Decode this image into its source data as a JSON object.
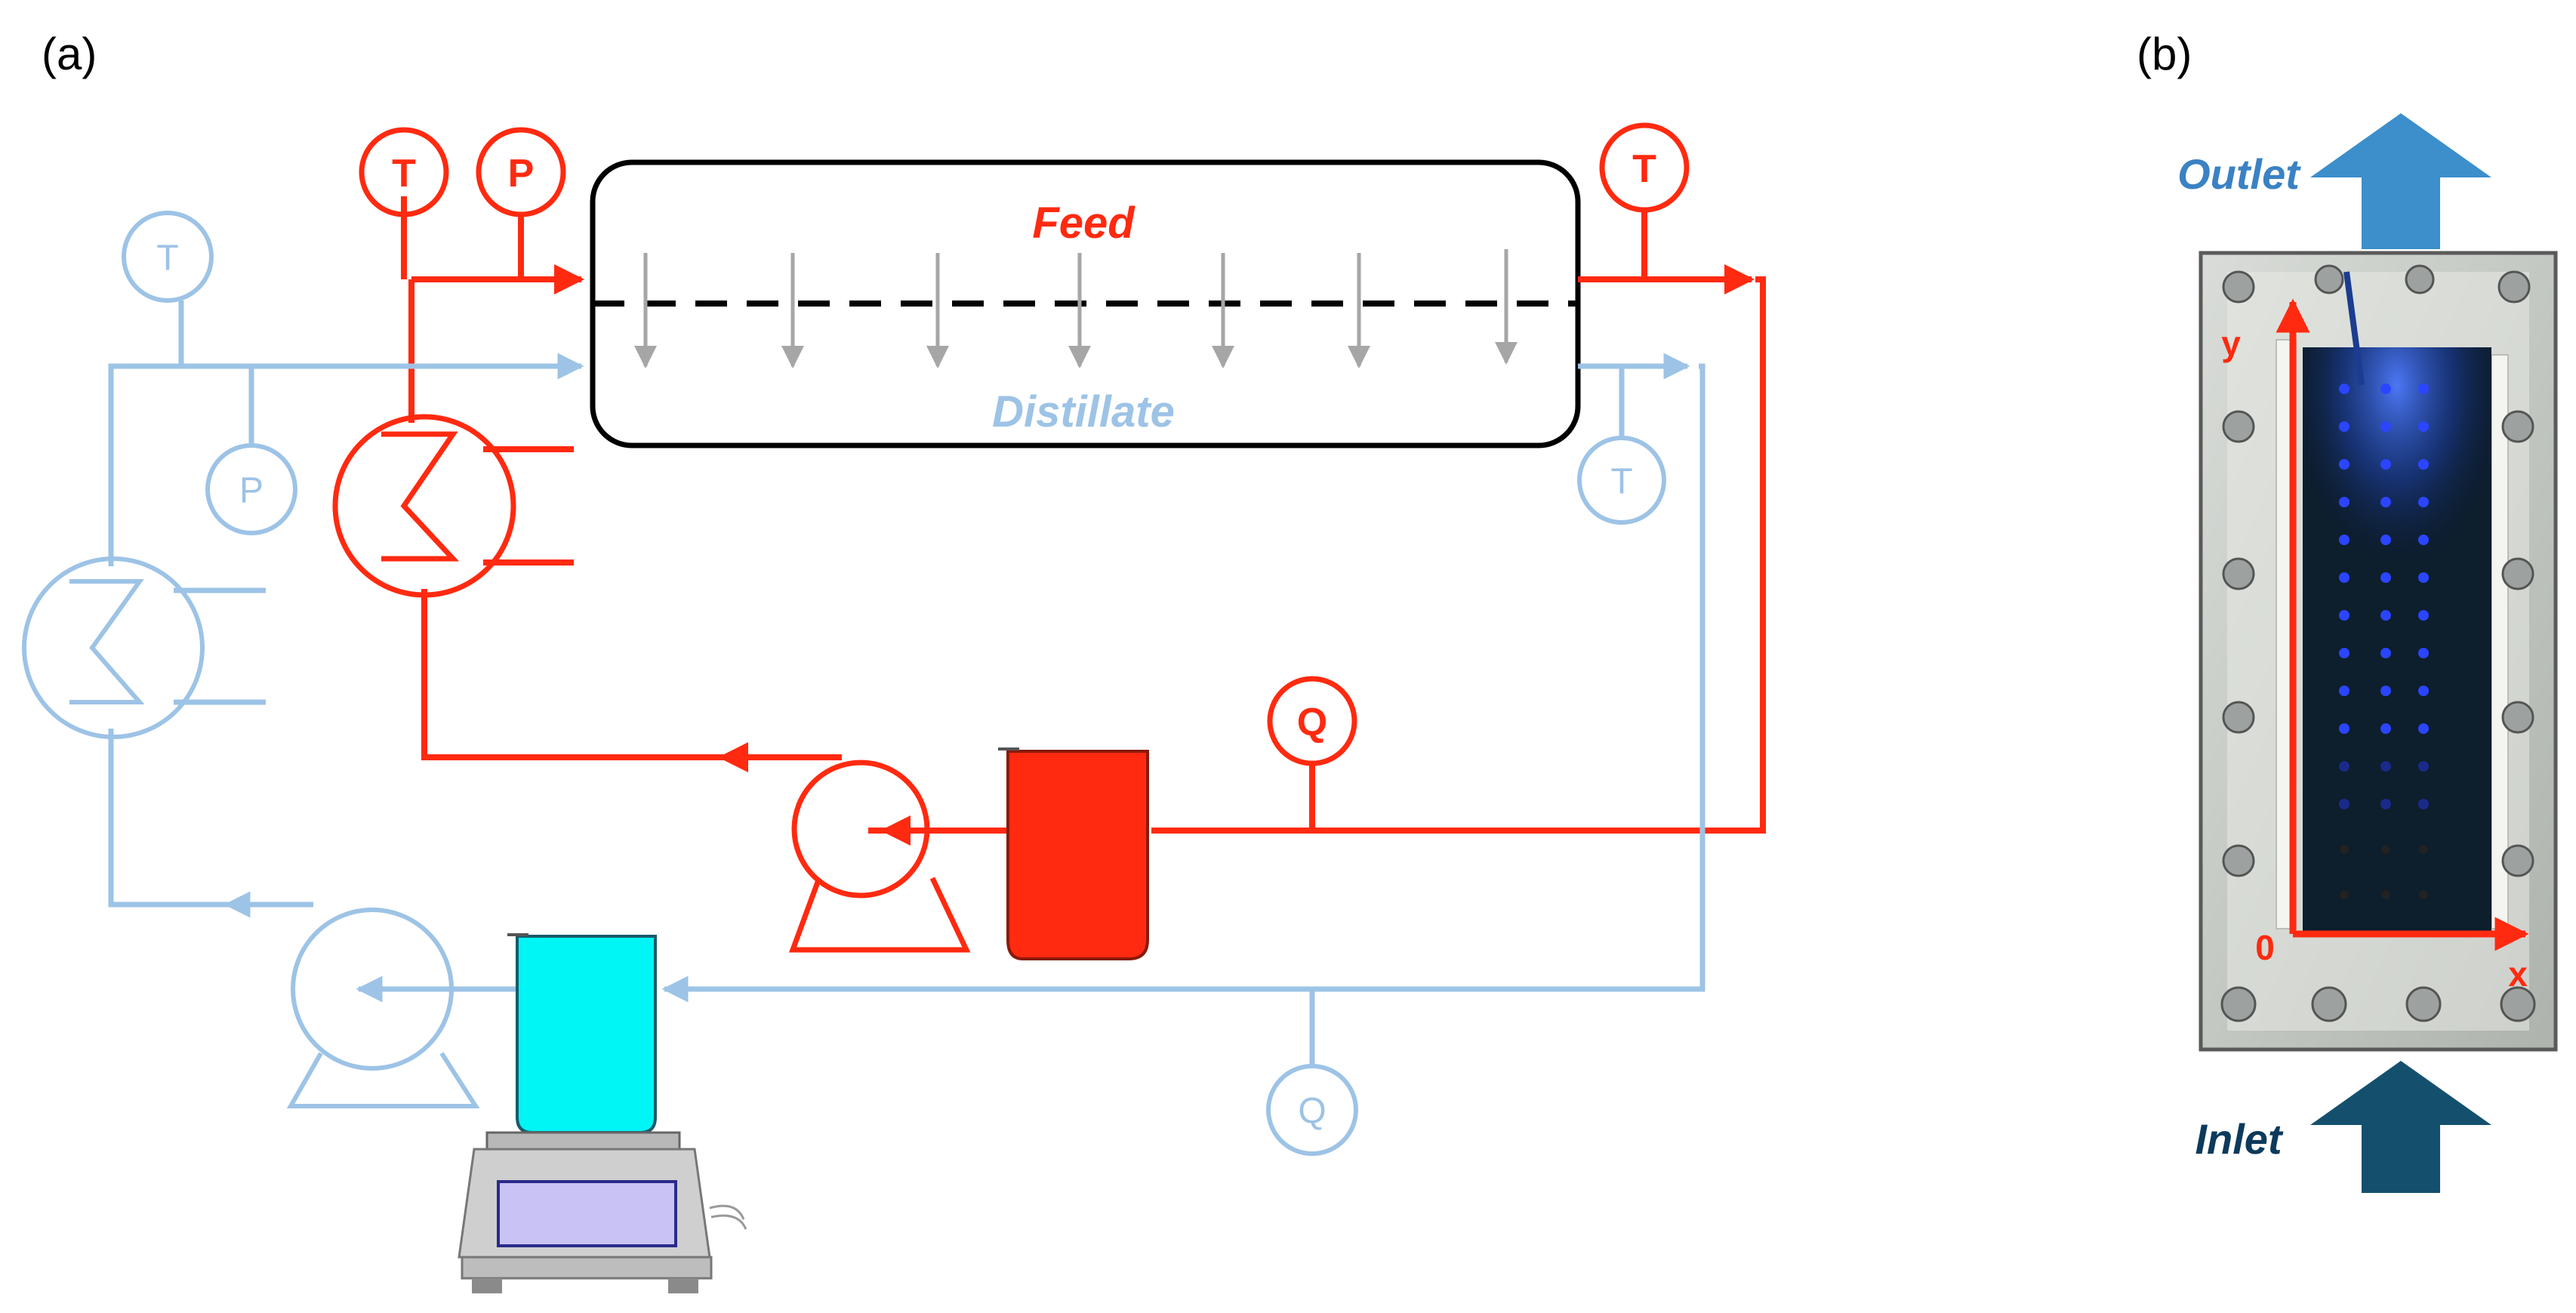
{
  "panels": {
    "a_label": "(a)",
    "b_label": "(b)"
  },
  "schematic": {
    "feed_label": "Feed",
    "distillate_label": "Distillate",
    "instruments": {
      "feed_inlet_temperature": "T",
      "feed_inlet_pressure": "P",
      "feed_outlet_temperature": "T",
      "feed_flow": "Q",
      "distillate_inlet_temperature": "T",
      "distillate_inlet_pressure": "P",
      "distillate_outlet_temperature": "T",
      "distillate_flow": "Q"
    },
    "colors": {
      "feed": "#ff2a10",
      "distillate": "#9dc3e6",
      "feed_tank": "#ff2a10",
      "distillate_tank": "#00f5f5",
      "membrane": "#000000"
    }
  },
  "photo": {
    "outlet_label": "Outlet",
    "inlet_label": "Inlet",
    "origin_label": "0",
    "x_axis_label": "x",
    "y_axis_label": "y",
    "colors": {
      "outlet_arrow": "#3c8fcb",
      "inlet_arrow": "#14506e",
      "sensor_dot": "#2b45ff",
      "axis": "#ff2a10"
    }
  }
}
